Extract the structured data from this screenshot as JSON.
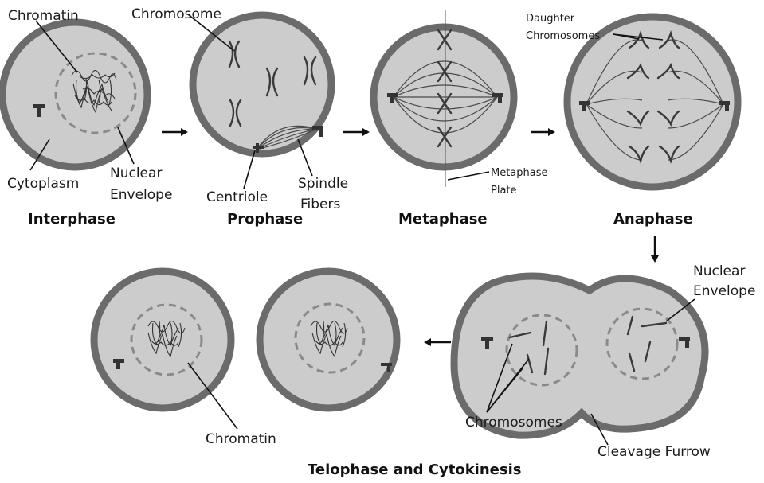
{
  "stages": {
    "interphase": "Interphase",
    "prophase": "Prophase",
    "metaphase": "Metaphase",
    "anaphase": "Anaphase",
    "telophase": "Telophase and Cytokinesis"
  },
  "labels": {
    "chromatin_top": "Chromatin",
    "cytoplasm": "Cytoplasm",
    "nuclear_envelope_1": "Nuclear",
    "nuclear_envelope_2": "Envelope",
    "chromosome": "Chromosome",
    "centriole": "Centriole",
    "spindle_1": "Spindle",
    "spindle_2": "Fibers",
    "metaphase_plate_1": "Metaphase",
    "metaphase_plate_2": "Plate",
    "daughter_1": "Daughter",
    "daughter_2": "Chromosomes",
    "nuclear_envelope_b1": "Nuclear",
    "nuclear_envelope_b2": "Envelope",
    "chromosomes": "Chromosomes",
    "cleavage_furrow": "Cleavage Furrow",
    "chromatin_bottom": "Chromatin"
  },
  "colors": {
    "cell_fill": "#cccccc",
    "membrane": "#6b6b6b",
    "background": "#ffffff"
  }
}
